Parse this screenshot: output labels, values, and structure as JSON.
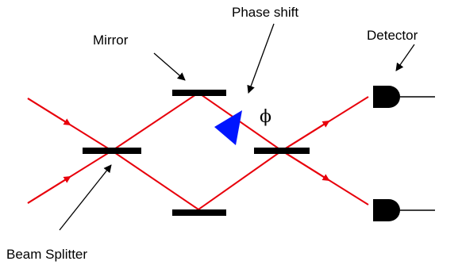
{
  "labels": {
    "phase_shift": "Phase shift",
    "mirror": "Mirror",
    "detector": "Detector",
    "beam_splitter": "Beam Splitter",
    "phi": "ϕ"
  },
  "colors": {
    "beam": "#e8000b",
    "phase_shifter": "#0015ff",
    "component": "#000000",
    "background": "#ffffff"
  },
  "icons": {
    "phase_shifter": "triangle-prism",
    "detector": "d-shaped-detector"
  }
}
